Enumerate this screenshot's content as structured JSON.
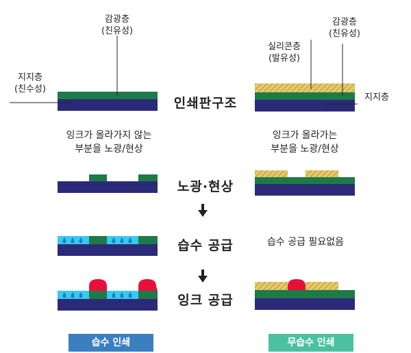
{
  "labels": {
    "photoresist_left": "감광층",
    "photoresist_left_sub": "(친유성)",
    "support_left": "지지층",
    "support_left_sub": "(친수성)",
    "silicone": "실리콘층",
    "silicone_sub": "(발유성)",
    "photoresist_right": "감광층",
    "photoresist_right_sub": "(친유성)",
    "support_right": "지지층"
  },
  "stages": {
    "structure": "인쇄판구조",
    "develop": "노광·현상",
    "water": "습수 공급",
    "ink": "잉크 공급"
  },
  "descriptions": {
    "left_line1": "잉크가 올라가지 않는",
    "left_line2": "부분을 노광/현상",
    "right_line1": "잉크가 올라가는",
    "right_line2": "부분을 노광/현상",
    "right_water": "습수 공급 필요없음"
  },
  "buttons": {
    "left": "습수 인쇄",
    "right": "무습수 인쇄"
  },
  "colors": {
    "support_layer": "#2b2a78",
    "photoresist_layer": "#1e7a46",
    "silicone_layer": "#e3c96a",
    "water": "#39c8ef",
    "water_drop": "#1a7fc0",
    "ink": "#e8103a",
    "left_button": "#3c7fc0",
    "right_button": "#4cc1a0"
  }
}
